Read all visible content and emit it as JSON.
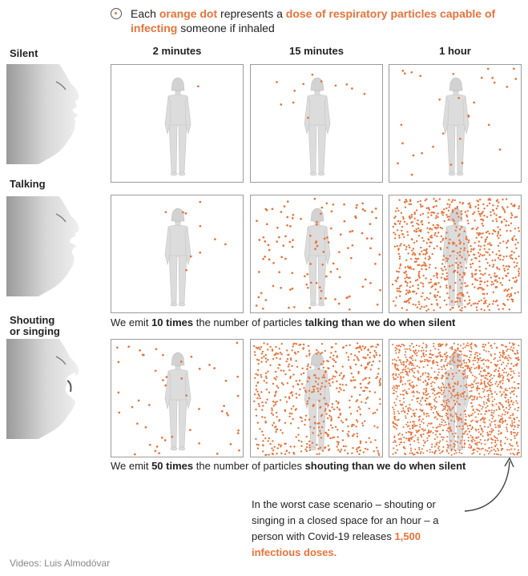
{
  "legend": {
    "icon": "orange-dot-icon",
    "t1": "Each ",
    "t2": "orange dot",
    "t3": " represents a ",
    "t4": "dose of respiratory particles capable of infecting",
    "t5": " someone if inhaled"
  },
  "columns": [
    "2 minutes",
    "15 minutes",
    "1 hour"
  ],
  "rows": [
    {
      "label": "Silent",
      "doses": [
        1,
        12,
        30
      ]
    },
    {
      "label": "Talking",
      "doses": [
        10,
        120,
        800
      ]
    },
    {
      "label": "Shouting or singing",
      "label_l1": "Shouting",
      "label_l2": "or singing",
      "doses": [
        50,
        600,
        1500
      ]
    }
  ],
  "captions": {
    "talking": {
      "a": "We emit ",
      "b": "10 times",
      "c": " the number of particles ",
      "d": "talking than we do when silent"
    },
    "shouting": {
      "a": "We emit ",
      "b": "50 times",
      "c": " the number of particles ",
      "d": "shouting than we do when silent"
    }
  },
  "note": {
    "text": "In the worst case scenario – shouting or singing in a closed space for an hour – a person with Covid-19 releases ",
    "highlight": "1,500 infectious doses."
  },
  "credit": "Videos: Luis Almodóvar",
  "colors": {
    "dot": "#e8733a",
    "text": "#222222",
    "panel_border": "#9b9b9b",
    "figure": "#dcdcdc"
  }
}
